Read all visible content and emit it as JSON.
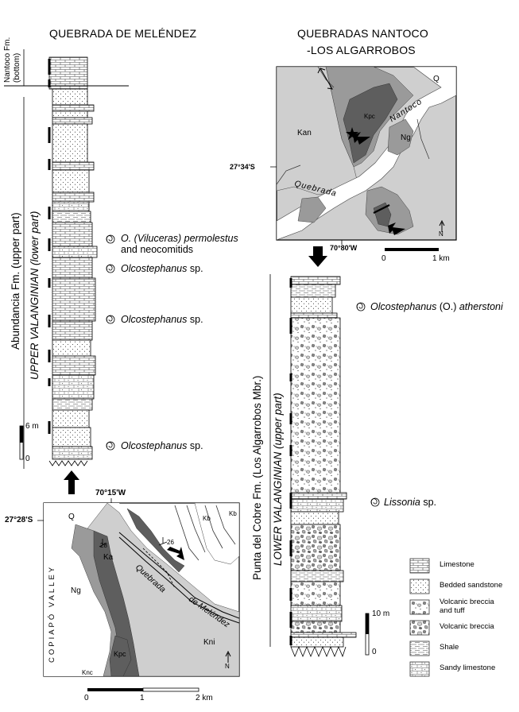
{
  "left_section": {
    "title": "QUEBRADA DE MELÉNDEZ",
    "nantoco_label_1": "Nantoco Fm.",
    "nantoco_label_2": "(bottom)",
    "formation_label": "Abundancia Fm. (upper part)",
    "age_label": "UPPER VALANGINIAN (lower part)",
    "fossils": [
      {
        "name": "O. (Viluceras) permolestus",
        "extra": "and neocomitids"
      },
      {
        "name": "Olcostephanus",
        "suffix": " sp."
      },
      {
        "name": "Olcostephanus",
        "suffix": " sp."
      },
      {
        "name": "Olcostephanus",
        "suffix": " sp."
      }
    ],
    "scale_top": "6 m",
    "scale_bottom": "0"
  },
  "left_map": {
    "longitude": "70°15'W",
    "latitude": "27°28'S",
    "valley_label": "COPIAPÓ VALLEY",
    "quebrada_label": "Quebrada",
    "de_melendez_label": "de Meléndez",
    "units": {
      "q": "Q",
      "ka": "Ka",
      "ng": "Ng",
      "kpc": "Kpc",
      "kni": "Kni",
      "kb1": "Kb",
      "kb2": "Kb",
      "knc": "Knc"
    },
    "dips": {
      "d1": "28",
      "d2": "26"
    },
    "scale": [
      "0",
      "1",
      "2 km"
    ],
    "north": "N"
  },
  "right_section": {
    "title_1": "QUEBRADAS NANTOCO",
    "title_2": "-LOS ALGARROBOS",
    "formation_label": "Punta del Cobre Fm. (Los Algarrobos Mbr.)",
    "age_label": "LOWER VALANGINIAN (upper part)",
    "fossils": [
      {
        "name": "Olcostephanus",
        "mid": " (O.) ",
        "name2": "atherstoni"
      },
      {
        "name": "Lissonia",
        "suffix": " sp."
      }
    ],
    "scale_top": "10 m",
    "scale_bottom": "0"
  },
  "right_map": {
    "latitude": "27°34'S",
    "longitude": "70°80'W",
    "quebrada_label": "Quebrada",
    "nantoco_label": "Nantoco",
    "units": {
      "kan": "Kan",
      "kpc": "Kpc",
      "ng": "Ng",
      "q": "Q"
    },
    "scale": [
      "0",
      "1 km"
    ],
    "north": "N"
  },
  "legend": [
    {
      "label": "Limestone",
      "pattern": "limestone"
    },
    {
      "label": "Bedded sandstone",
      "pattern": "sandstone"
    },
    {
      "label": "Volcanic breccia and tuff",
      "pattern": "breccia-tuff"
    },
    {
      "label": "Volcanic breccia",
      "pattern": "breccia"
    },
    {
      "label": "Shale",
      "pattern": "shale"
    },
    {
      "label": "Sandy limestone",
      "pattern": "sandy-limestone"
    }
  ],
  "colors": {
    "dark_unit": "#5e5e5e",
    "mid_unit": "#9a9a9a",
    "light_unit": "#cfcfcf",
    "white_unit": "#ffffff"
  }
}
